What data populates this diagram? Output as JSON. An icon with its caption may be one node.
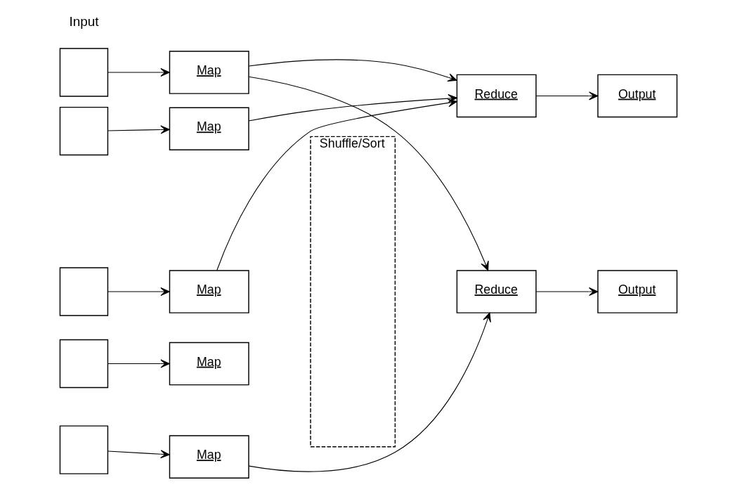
{
  "diagram": {
    "nodes": [
      {
        "text": [],
        "shape": "box"
      },
      {
        "text": [],
        "shape": "box"
      },
      {
        "text": [],
        "shape": "box"
      },
      {
        "text": [],
        "shape": "box"
      },
      {
        "text": [],
        "shape": "box"
      },
      {
        "text": [
          "Map"
        ]
      },
      {
        "text": [
          "Map"
        ]
      },
      {
        "text": [
          "Map"
        ]
      },
      {
        "text": [
          "Map"
        ]
      },
      {
        "text": [
          "Map"
        ]
      },
      {
        "text": [
          "Shuffle/Sort"
        ]
      },
      {
        "text": [
          "Reduce"
        ]
      },
      {
        "text": [
          "Reduce"
        ]
      },
      {
        "text": [
          "Output"
        ]
      },
      {
        "text": [
          "Output"
        ]
      }
    ],
    "edges": [
      {
        "from": 0,
        "to": 5,
        "arrow": "to"
      },
      {
        "from": 1,
        "to": 6,
        "arrow": "to"
      },
      {
        "from": 2,
        "to": 7,
        "arrow": "to"
      },
      {
        "from": 3,
        "to": 8,
        "arrow": "to"
      },
      {
        "from": 4,
        "to": 9,
        "arrow": "to"
      },
      {
        "from": 5,
        "to": 11,
        "arrow": "to"
      },
      {
        "from": 5,
        "to": 12,
        "arrow": "to"
      },
      {
        "from": 6,
        "to": 11,
        "arrow": "to"
      },
      {
        "from": 7,
        "to": 11,
        "arrow": "to"
      },
      {
        "from": 9,
        "to": 12,
        "arrow": "to"
      },
      {
        "from": 11,
        "to": 13,
        "arrow": "to"
      },
      {
        "from": 12,
        "to": 14,
        "arrow": "to"
      }
    ],
    "labels": [
      "Input"
    ]
  }
}
